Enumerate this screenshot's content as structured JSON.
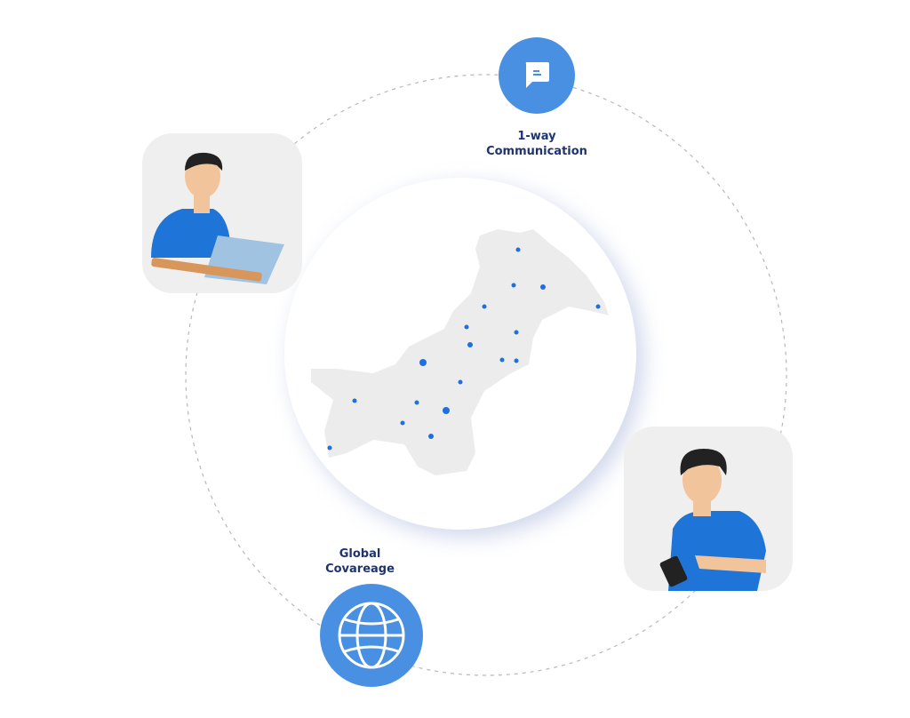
{
  "nodes": {
    "communication": {
      "line1": "1-way",
      "line2": "Communication",
      "icon": "chat-bubble-icon"
    },
    "coverage": {
      "line1": "Global",
      "line2": "Covareage",
      "icon": "globe-icon"
    }
  },
  "colors": {
    "accent": "#4a90e2",
    "label": "#1d3470",
    "map": "#ececec",
    "dot": "#1f6fe0"
  }
}
